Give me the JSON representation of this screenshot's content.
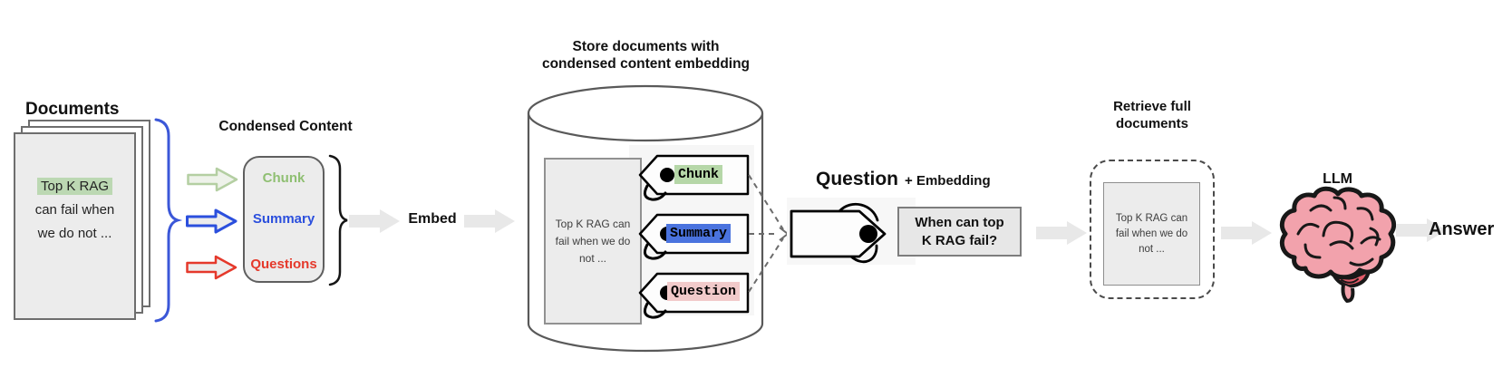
{
  "documents": {
    "title": "Documents",
    "page_lines": {
      "line1": "Top K RAG",
      "line2": "can fail when",
      "line3": "we do not ..."
    }
  },
  "condensed": {
    "title": "Condensed Content",
    "items": [
      {
        "label": "Chunk",
        "color": "#8fbf72"
      },
      {
        "label": "Summary",
        "color": "#2b4fdd"
      },
      {
        "label": "Questions",
        "color": "#e5392b"
      }
    ]
  },
  "embed": {
    "label": "Embed"
  },
  "store": {
    "title_line1": "Store documents with",
    "title_line2": "condensed content embedding",
    "doc_lines": {
      "line1": "Top K RAG can",
      "line2": "fail when we do",
      "line3": "not ..."
    },
    "tags": [
      {
        "label": "Chunk",
        "highlight": "#b6d7a8"
      },
      {
        "label": "Summary",
        "highlight": "#4a73de"
      },
      {
        "label": "Question",
        "highlight": "#f1caca"
      }
    ]
  },
  "query": {
    "title_main": "Question",
    "title_plus": "+ Embedding",
    "question_line1": "When can top",
    "question_line2": "K RAG fail?"
  },
  "retrieve": {
    "title_line1": "Retrieve full",
    "title_line2": "documents",
    "doc_lines": {
      "line1": "Top K RAG can",
      "line2": "fail when we do",
      "line3": "not ..."
    }
  },
  "llm": {
    "title": "LLM"
  },
  "answer": {
    "label": "Answer"
  },
  "colors": {
    "doc_fill": "#ececec",
    "highlight_green": "#bcd8b3",
    "brace_blue": "#3b57d8",
    "arrow_green": "#b4cfa2",
    "arrow_blue": "#2b4fdd",
    "arrow_red": "#e5392b",
    "flow_arrow_gray": "#e8e8e8",
    "brain_pink": "#f2a2ac"
  }
}
